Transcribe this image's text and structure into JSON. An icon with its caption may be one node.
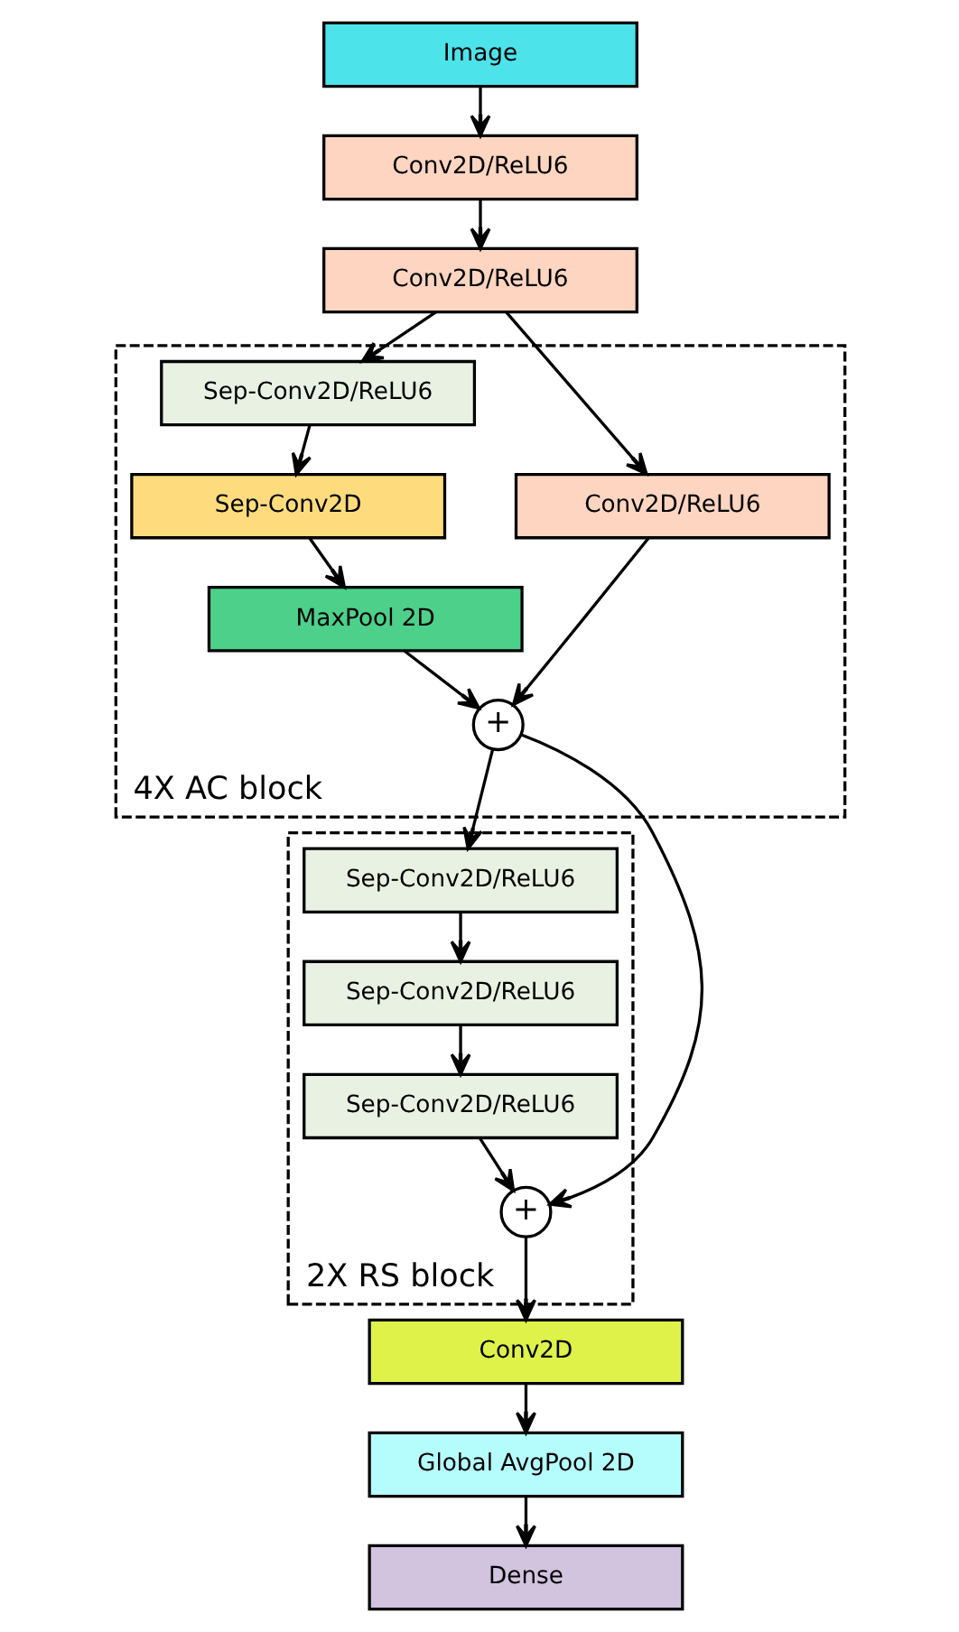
{
  "diagram": {
    "nodes": [
      {
        "text": [
          "Image"
        ]
      },
      {
        "text": [
          "Conv2D/ReLU6"
        ]
      },
      {
        "text": [
          "Conv2D/ReLU6"
        ]
      },
      {
        "text": [
          "4X AC block"
        ]
      },
      {
        "text": [
          "Sep-Conv2D/ReLU6"
        ],
        "in": 3
      },
      {
        "text": [
          "Sep-Conv2D"
        ],
        "in": 3
      },
      {
        "text": [
          "Conv2D/ReLU6"
        ],
        "in": 3
      },
      {
        "text": [
          "MaxPool 2D"
        ],
        "in": 3
      },
      {
        "text": [
          "+"
        ],
        "in": 3
      },
      {
        "text": [
          "2X RS block"
        ]
      },
      {
        "text": [
          "Sep-Conv2D/ReLU6"
        ],
        "in": 9
      },
      {
        "text": [
          "Sep-Conv2D/ReLU6"
        ],
        "in": 9
      },
      {
        "text": [
          "Sep-Conv2D/ReLU6"
        ],
        "in": 9
      },
      {
        "text": [
          "+"
        ],
        "in": 9
      },
      {
        "text": [
          "Conv2D"
        ]
      },
      {
        "text": [
          "Global AvgPool 2D"
        ]
      },
      {
        "text": [
          "Dense"
        ]
      }
    ],
    "edges": [
      {
        "from": 0,
        "to": 1,
        "arrow": "to"
      },
      {
        "from": 1,
        "to": 2,
        "arrow": "to"
      },
      {
        "from": 2,
        "to": 4,
        "arrow": "to"
      },
      {
        "from": 2,
        "to": 6,
        "arrow": "to"
      },
      {
        "from": 4,
        "to": 5,
        "arrow": "to"
      },
      {
        "from": 5,
        "to": 7,
        "arrow": "to"
      },
      {
        "from": 7,
        "to": 8,
        "arrow": "to"
      },
      {
        "from": 6,
        "to": 8,
        "arrow": "to"
      },
      {
        "from": 8,
        "to": 10,
        "arrow": "to"
      },
      {
        "from": 8,
        "to": 13,
        "arrow": "to"
      },
      {
        "from": 10,
        "to": 11,
        "arrow": "to"
      },
      {
        "from": 11,
        "to": 12,
        "arrow": "to"
      },
      {
        "from": 12,
        "to": 13,
        "arrow": "to"
      },
      {
        "from": 13,
        "to": 14,
        "arrow": "to"
      },
      {
        "from": 14,
        "to": 15,
        "arrow": "to"
      },
      {
        "from": 15,
        "to": 16,
        "arrow": "to"
      }
    ]
  }
}
